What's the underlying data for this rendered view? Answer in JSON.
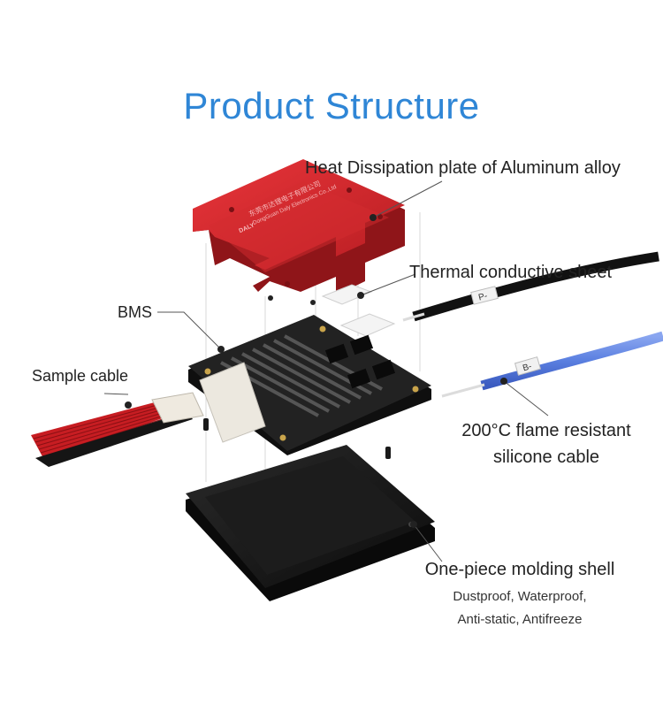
{
  "title": "Product Structure",
  "labels": {
    "heat_plate": "Heat Dissipation plate of Aluminum alloy",
    "thermal_sheet": "Thermal conductive sheet",
    "bms": "BMS",
    "sample_cable": "Sample cable",
    "silicone_line1": "200°C flame resistant",
    "silicone_line2": "silicone cable",
    "shell": "One-piece molding shell",
    "shell_features_line1": "Dustproof, Waterproof,",
    "shell_features_line2": "Anti-static, Antifreeze"
  },
  "plate_text": {
    "cn": "东莞市达锂电子有限公司",
    "en": "DongGuan Daly Electronics Co.,Ltd",
    "logo": "DALY"
  },
  "cable_tags": {
    "black": "P-",
    "blue": "B-"
  },
  "colors": {
    "title": "#2f86d6",
    "plate": "#d9262b",
    "pcb": "#1e1e1e",
    "shell": "#141414",
    "blue_cable": "#5a7fe0"
  }
}
